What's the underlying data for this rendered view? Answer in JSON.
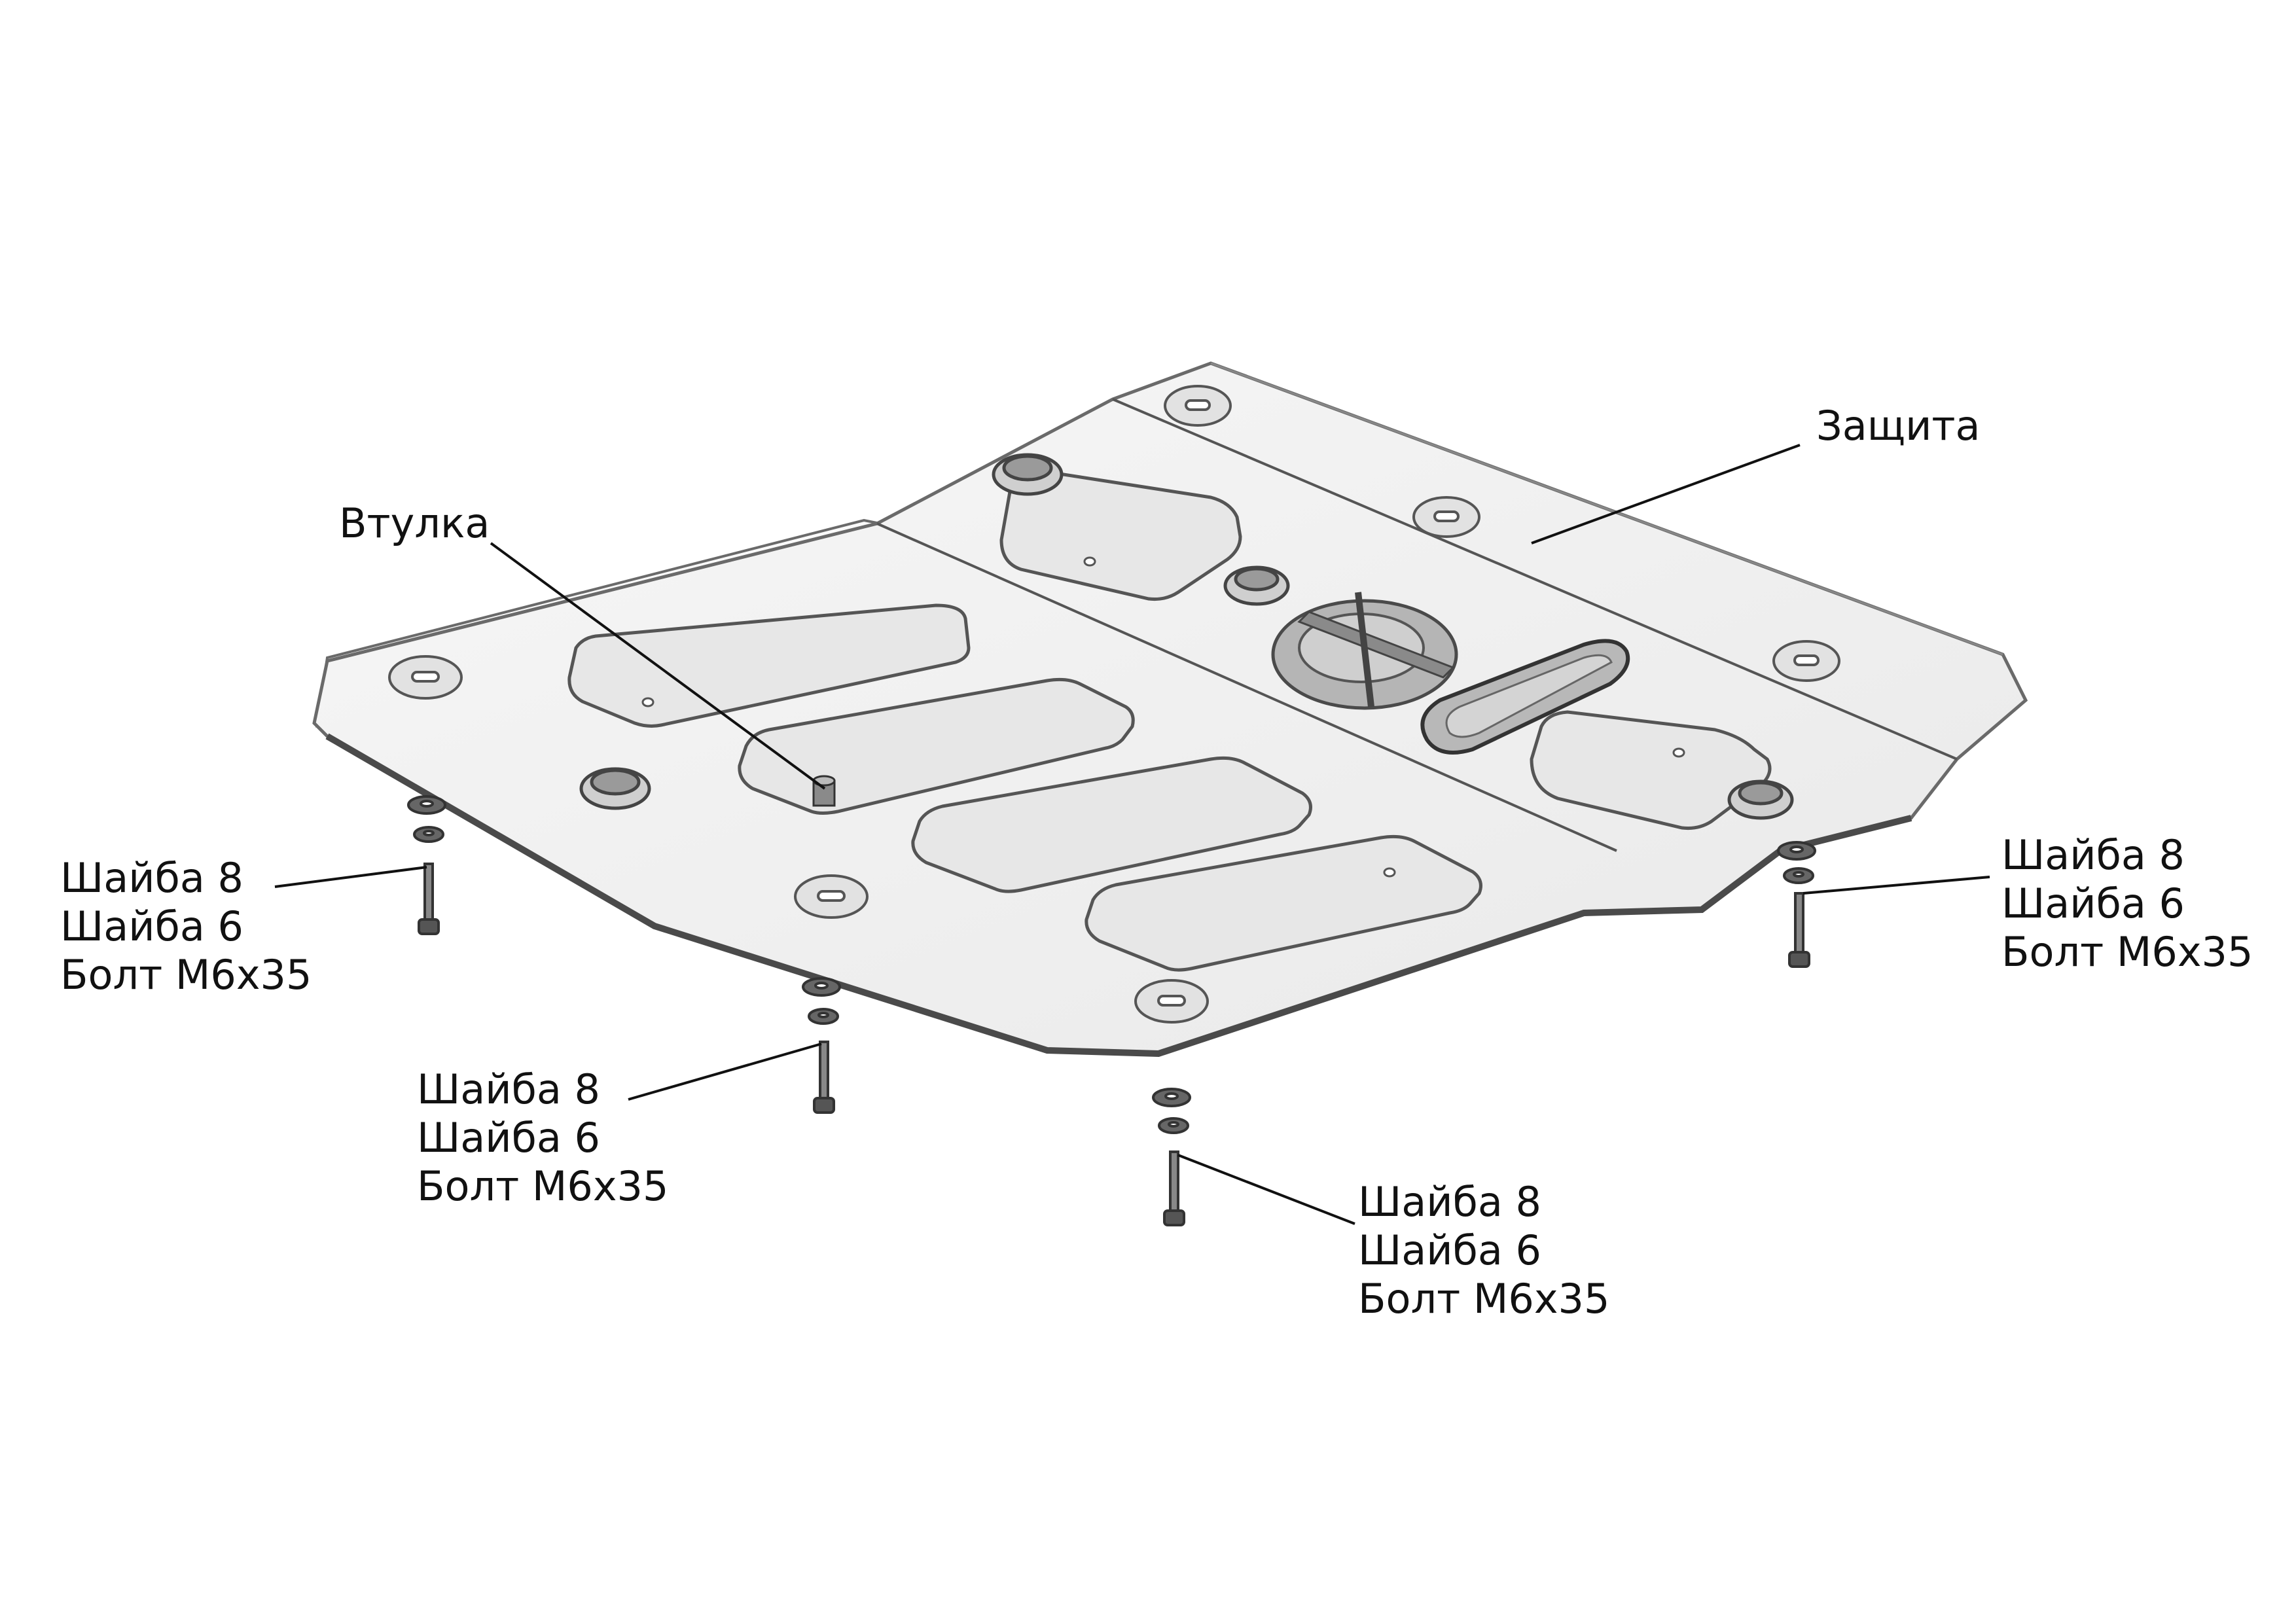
{
  "labels": {
    "shield": "Защита",
    "bushing": "Втулка",
    "fasteners": [
      "Шайба 8",
      "Шайба 6",
      "Болт М6х35"
    ]
  },
  "colors": {
    "plate_fill": "#f2f2f2",
    "plate_stroke": "#6a6a6a",
    "recess_fill": "#e6e6e6",
    "hardware": "#555555",
    "leader": "#111111"
  }
}
